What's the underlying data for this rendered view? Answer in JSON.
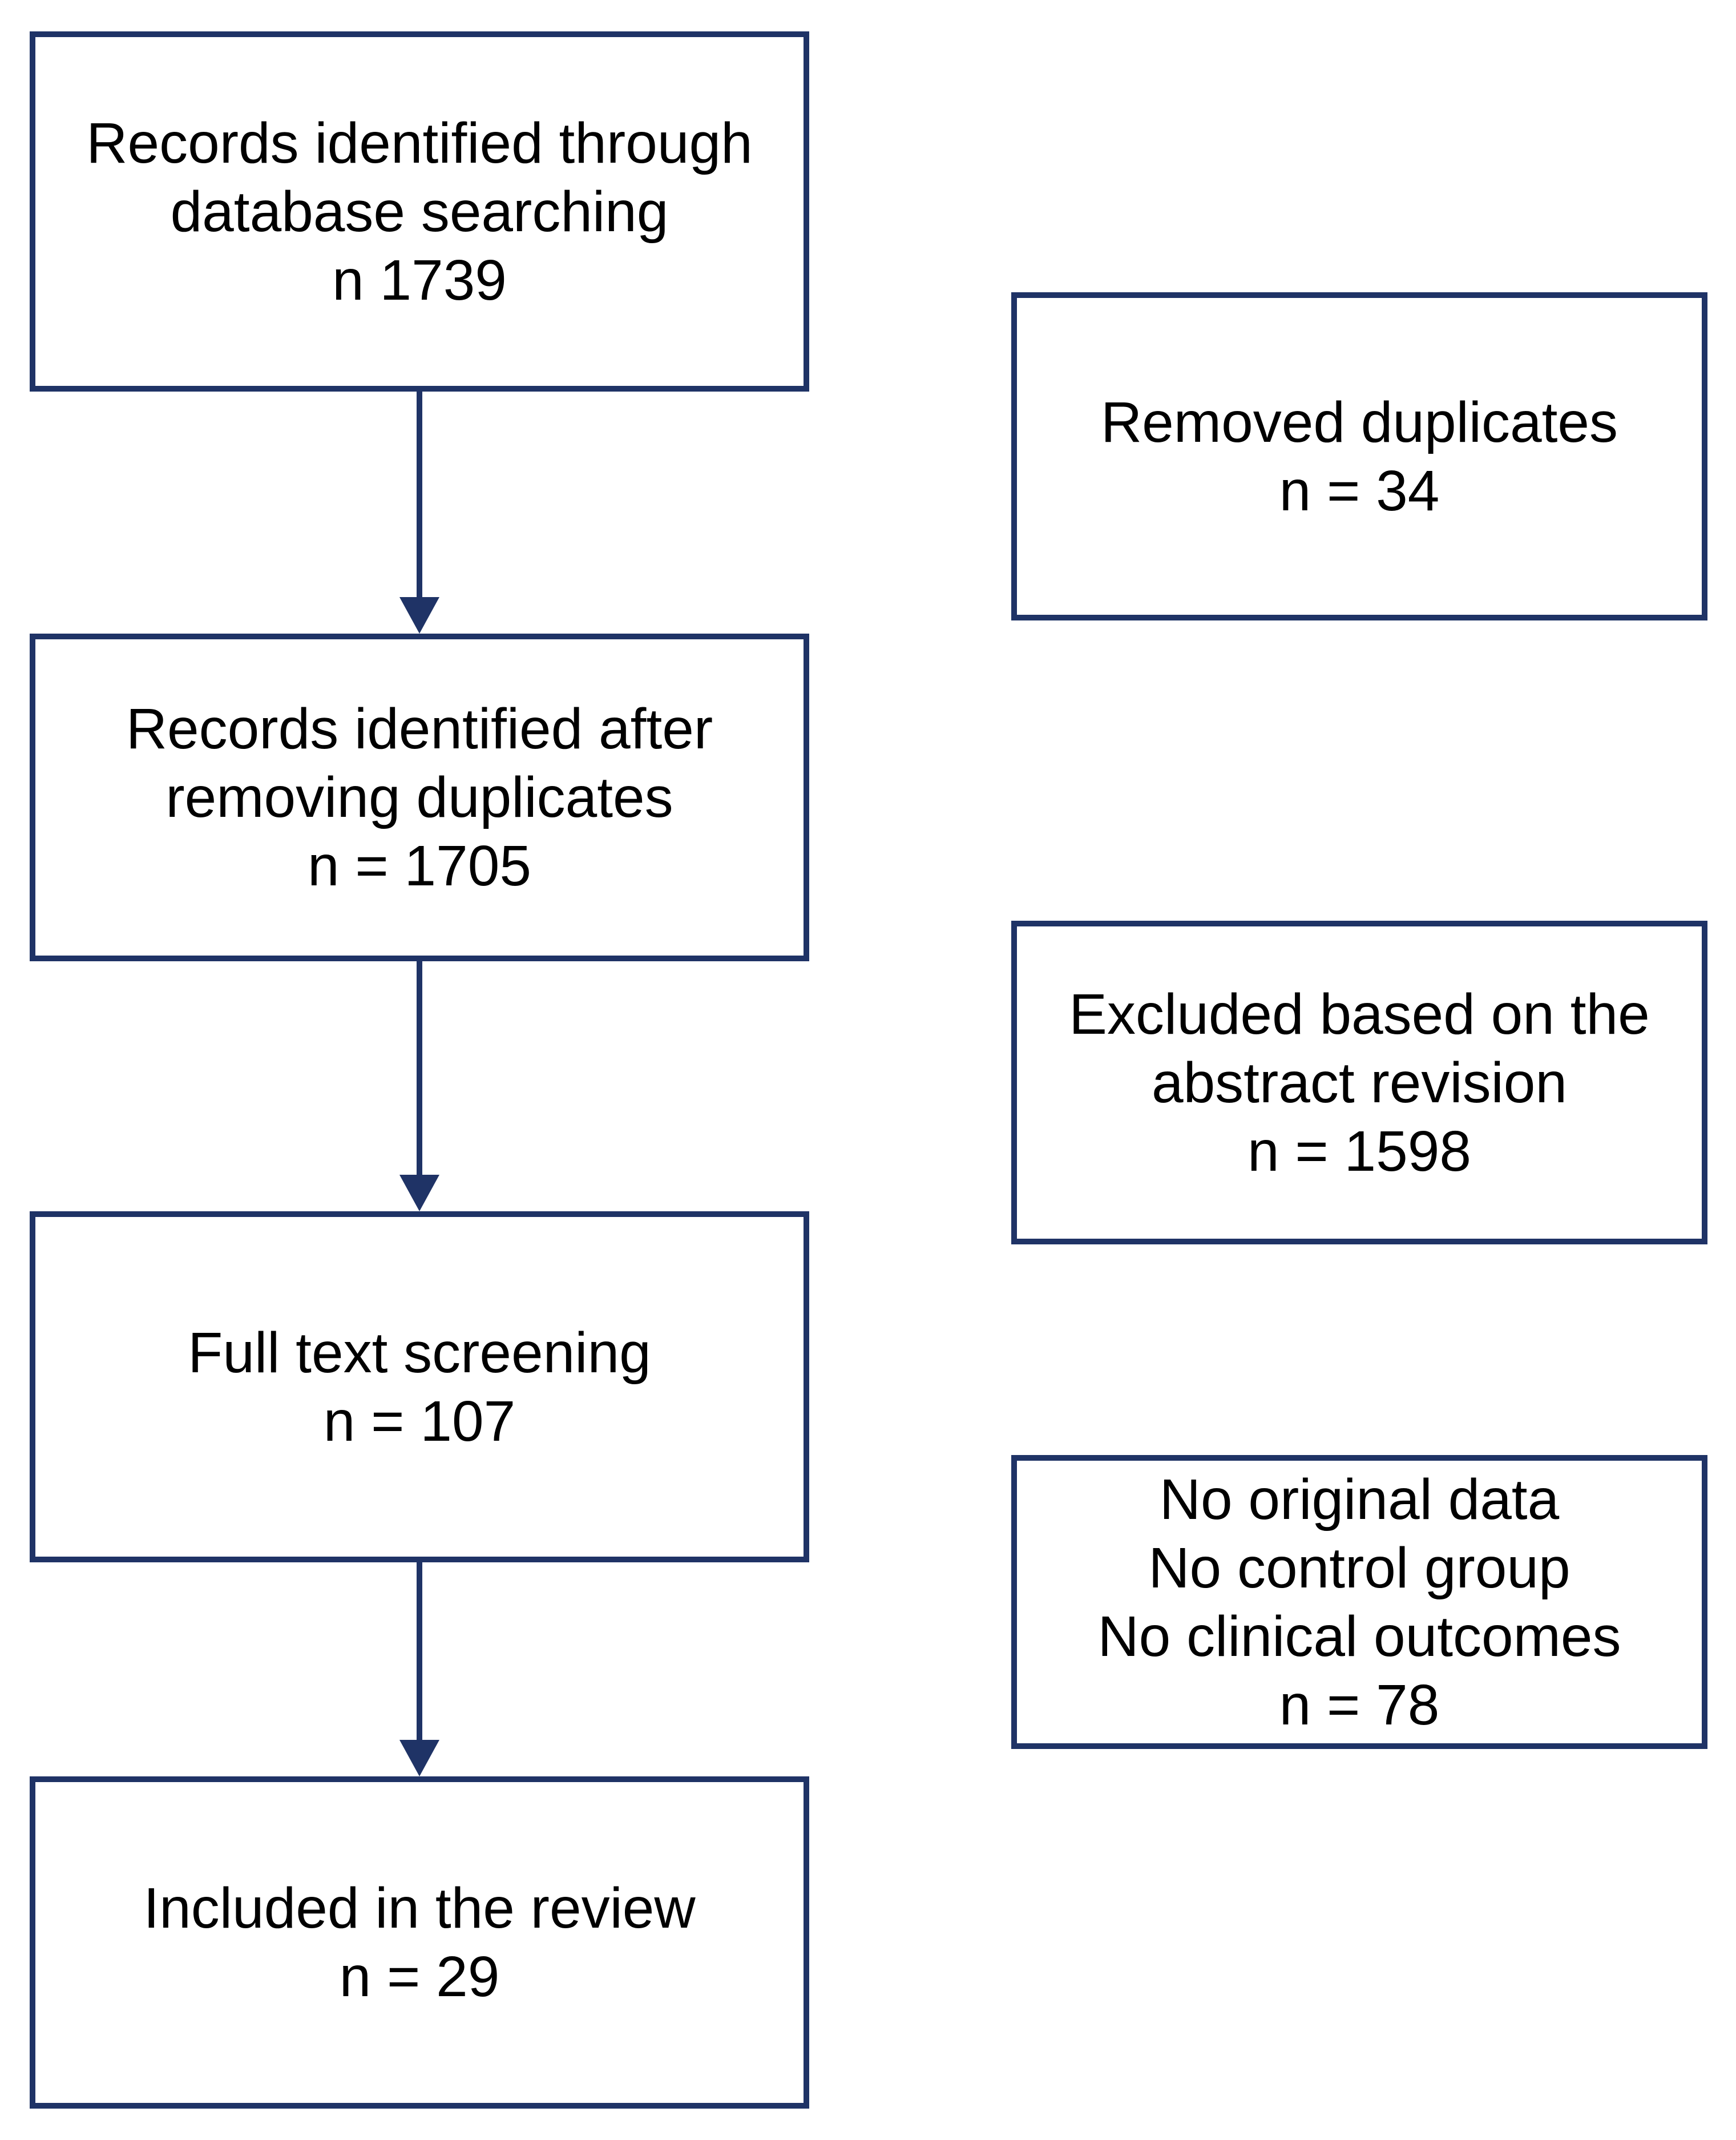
{
  "diagram": {
    "type": "flowchart",
    "colors": {
      "line": "#1f3366",
      "text": "#000000",
      "background": "#ffffff"
    },
    "left_boxes": [
      {
        "name": "records-identified-database-searching",
        "lines": [
          "Records identified through",
          "database searching",
          "n 1739"
        ]
      },
      {
        "name": "records-after-removing-duplicates",
        "lines": [
          "Records identified after",
          "removing duplicates",
          "n = 1705"
        ]
      },
      {
        "name": "full-text-screening",
        "lines": [
          "Full text screening",
          "n = 107"
        ]
      },
      {
        "name": "included-in-review",
        "lines": [
          "Included in the review",
          "n = 29"
        ]
      }
    ],
    "right_boxes": [
      {
        "name": "removed-duplicates",
        "lines": [
          "Removed duplicates",
          "n = 34"
        ]
      },
      {
        "name": "excluded-abstract-revision",
        "lines": [
          "Excluded based on the",
          "abstract revision",
          "n = 1598"
        ]
      },
      {
        "name": "full-text-exclusion-reasons",
        "lines": [
          "No original data",
          "No control group",
          "No clinical outcomes",
          "n = 78"
        ]
      }
    ]
  }
}
